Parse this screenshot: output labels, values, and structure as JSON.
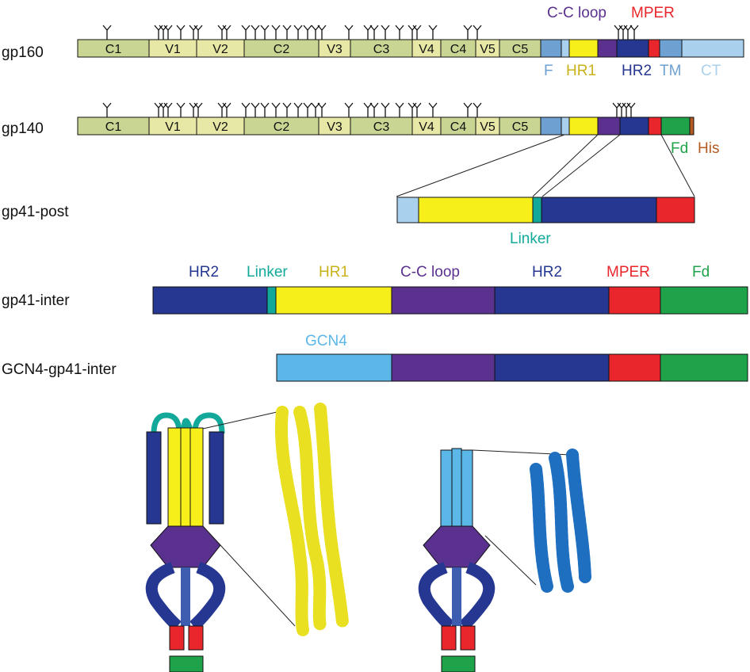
{
  "colors": {
    "constant": "#c9d593",
    "variable": "#e8e8a6",
    "F": "#6fa0d2",
    "HR1": "#f6ef1a",
    "CC": "#5b3190",
    "HR2": "#253791",
    "MPER": "#e8262c",
    "TM": "#6fa0d2",
    "CT": "#a9d1ee",
    "Linker": "#13a99a",
    "Fd": "#1ea34a",
    "His": "#b55a22",
    "GCN4": "#5ab7e8",
    "helix_yellow": "#e8e020",
    "helix_blue": "#1f6fc0"
  },
  "rows": {
    "gp160": "gp160",
    "gp140": "gp140",
    "gp41_post": "gp41-post",
    "gp41_inter": "gp41-inter",
    "gcn4_gp41_inter": "GCN4-gp41-inter"
  },
  "env_domains": [
    "C1",
    "V1",
    "V2",
    "C2",
    "V3",
    "C3",
    "V4",
    "C4",
    "V5",
    "C5"
  ],
  "labels": {
    "cc_loop": "C-C loop",
    "mper": "MPER",
    "f": "F",
    "hr1": "HR1",
    "hr2": "HR2",
    "tm": "TM",
    "ct": "CT",
    "fd": "Fd",
    "his": "His",
    "linker": "Linker",
    "gcn4": "GCN4"
  },
  "inter_labels": {
    "hr2_a": "HR2",
    "linker": "Linker",
    "hr1": "HR1",
    "cc_loop": "C-C loop",
    "hr2_b": "HR2",
    "mper": "MPER",
    "fd": "Fd"
  }
}
